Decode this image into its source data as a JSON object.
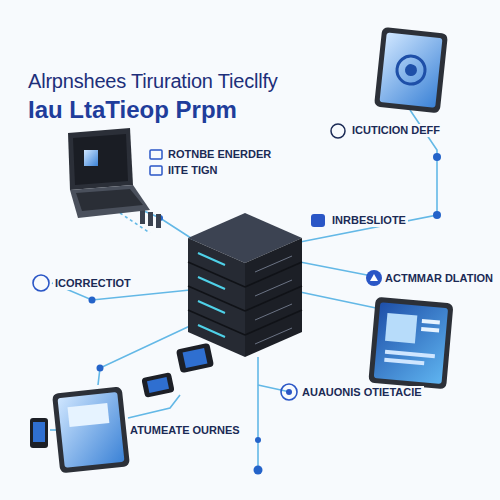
{
  "diagram": {
    "title": "Alrpnshees Tiruration Tiecllfy",
    "labels": [
      "Iau LtaTieop Prpm",
      "ROTNBE ENERDER",
      "IITE TIGN",
      "ICUTICION DEFF",
      "INRBESLIOTE",
      "ICORRECTIOT",
      "ACTMMAR DLATION",
      "AUAUONIS OTIETACIE",
      "ATUMEATE OURNES"
    ]
  }
}
